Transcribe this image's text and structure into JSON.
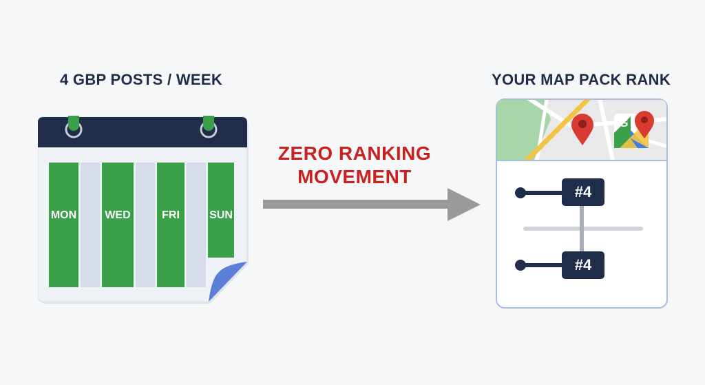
{
  "left_panel": {
    "title": "4 GBP POSTS / WEEK",
    "days": [
      "MON",
      "WED",
      "FRI",
      "SUN"
    ]
  },
  "middle": {
    "line1": "ZERO RANKING",
    "line2": "MOVEMENT"
  },
  "right_panel": {
    "title": "YOUR MAP PACK RANK",
    "map_badge_letter": "G",
    "ranks": [
      "#4",
      "#4"
    ]
  },
  "colors": {
    "navy": "#1f2c4a",
    "green": "#3aa04a",
    "red": "#c9211e",
    "arrow_gray": "#9a9a9a"
  },
  "icons": [
    "calendar-icon",
    "map-pin-icon",
    "google-maps-icon",
    "arrow-right-icon"
  ]
}
